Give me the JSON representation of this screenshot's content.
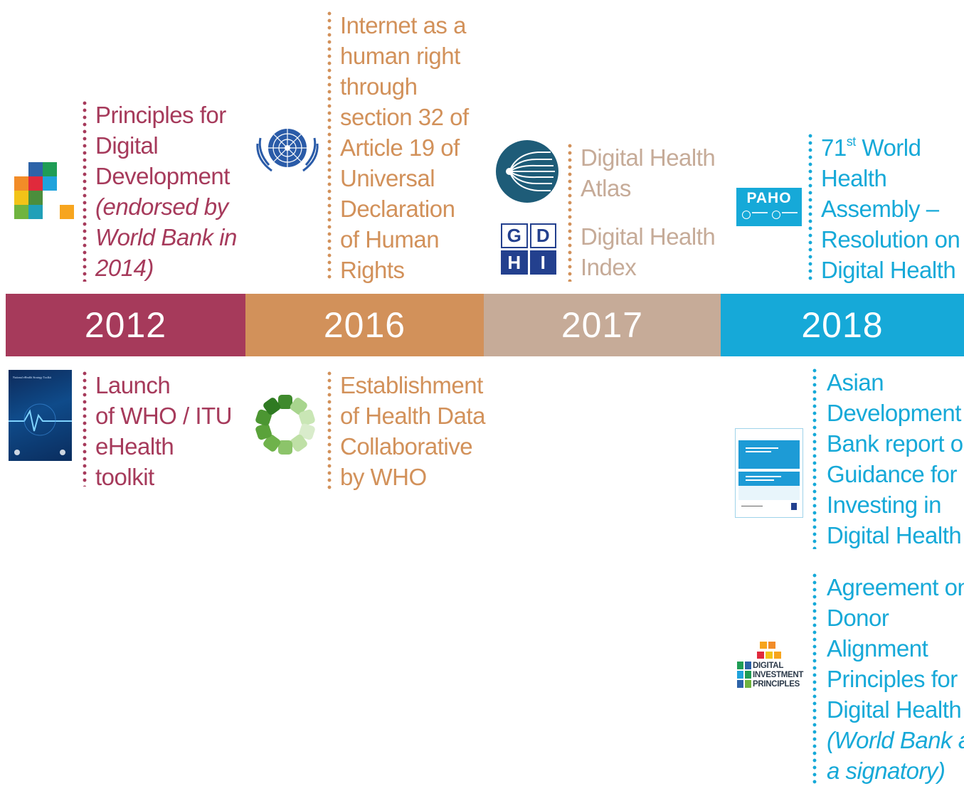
{
  "timeline": {
    "years": [
      {
        "label": "2012",
        "color": "#a63a5b"
      },
      {
        "label": "2016",
        "color": "#d2915a"
      },
      {
        "label": "2017",
        "color": "#c6ab98"
      },
      {
        "label": "2018",
        "color": "#16a9d8"
      }
    ]
  },
  "events": {
    "principles": {
      "lines": [
        "Principles for",
        "Digital",
        "Development"
      ],
      "italic": [
        "(endorsed by",
        "World Bank in",
        "2014)"
      ],
      "color": "#a63a5b"
    },
    "launch": {
      "lines": [
        "Launch",
        "of WHO / ITU",
        "eHealth",
        "toolkit"
      ],
      "color": "#a63a5b",
      "cover_title": "National eHealth Strategy Toolkit"
    },
    "internet": {
      "lines": [
        "Internet as a",
        "human right",
        "through",
        "section 32 of",
        "Article 19 of",
        "Universal",
        "Declaration",
        "of Human",
        "Rights"
      ],
      "color": "#d2915a"
    },
    "establishment": {
      "lines": [
        "Establishment",
        "of Health Data",
        "Collaborative",
        "by WHO"
      ],
      "color": "#d2915a"
    },
    "atlas": {
      "lines": [
        "Digital Health",
        "Atlas"
      ],
      "color": "#c6ab98"
    },
    "index": {
      "lines": [
        "Digital Health",
        "Index"
      ],
      "color": "#c6ab98",
      "logo_letters": [
        "G",
        "D",
        "H",
        "I"
      ]
    },
    "wha": {
      "line1_num": "71",
      "line1_sup": "st",
      "line1_rest": " World",
      "lines": [
        "Health",
        "Assembly –",
        "Resolution on",
        "Digital Health"
      ],
      "color": "#16a9d8",
      "logo_text": "PAHO"
    },
    "asian": {
      "lines": [
        "Asian",
        "Development",
        "Bank report on",
        "Guidance for",
        "Investing in",
        "Digital Health"
      ],
      "color": "#16a9d8"
    },
    "agreement": {
      "lines": [
        "Agreement on",
        "Donor",
        "Alignment",
        "Principles for",
        "Digital Health"
      ],
      "italic": [
        "(World Bank as",
        "a signatory)"
      ],
      "color": "#16a9d8",
      "logo_lines": [
        "DIGITAL",
        "INVESTMENT",
        "PRINCIPLES"
      ]
    }
  }
}
